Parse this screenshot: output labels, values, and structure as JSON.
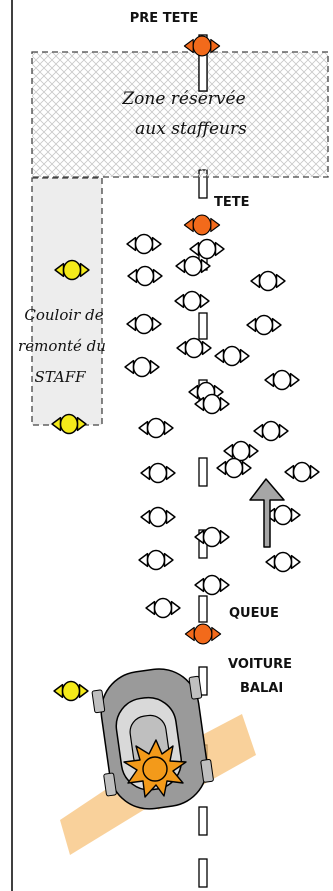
{
  "labels": {
    "pre_tete": "PRE TETE",
    "zone_line1": "Zone réservée",
    "zone_line2": "aux staffeurs",
    "tete": "TETE",
    "couloir_line1": "Couloir de",
    "couloir_line2": "remonté du",
    "couloir_line3": "STAFF",
    "queue": "QUEUE",
    "voiture_line1": "VOITURE",
    "voiture_line2": "BALAI"
  },
  "colors": {
    "lead_rider": "#f26a1b",
    "staff_rider": "#f4ea1a",
    "rider": "#ffffff",
    "zone_fill": "#e6e6e6",
    "couloir_fill": "#ededed",
    "direction_arrow": "#a6a6a6",
    "headlight_beam": "#f7c27a",
    "beacon": "#f39a1a",
    "car_body": "#9a9a9a"
  },
  "icons": {
    "rider": "cyclist-top-view-icon",
    "arrow": "up-arrow-icon",
    "car": "car-top-view-icon",
    "beacon": "flashing-beacon-icon"
  }
}
